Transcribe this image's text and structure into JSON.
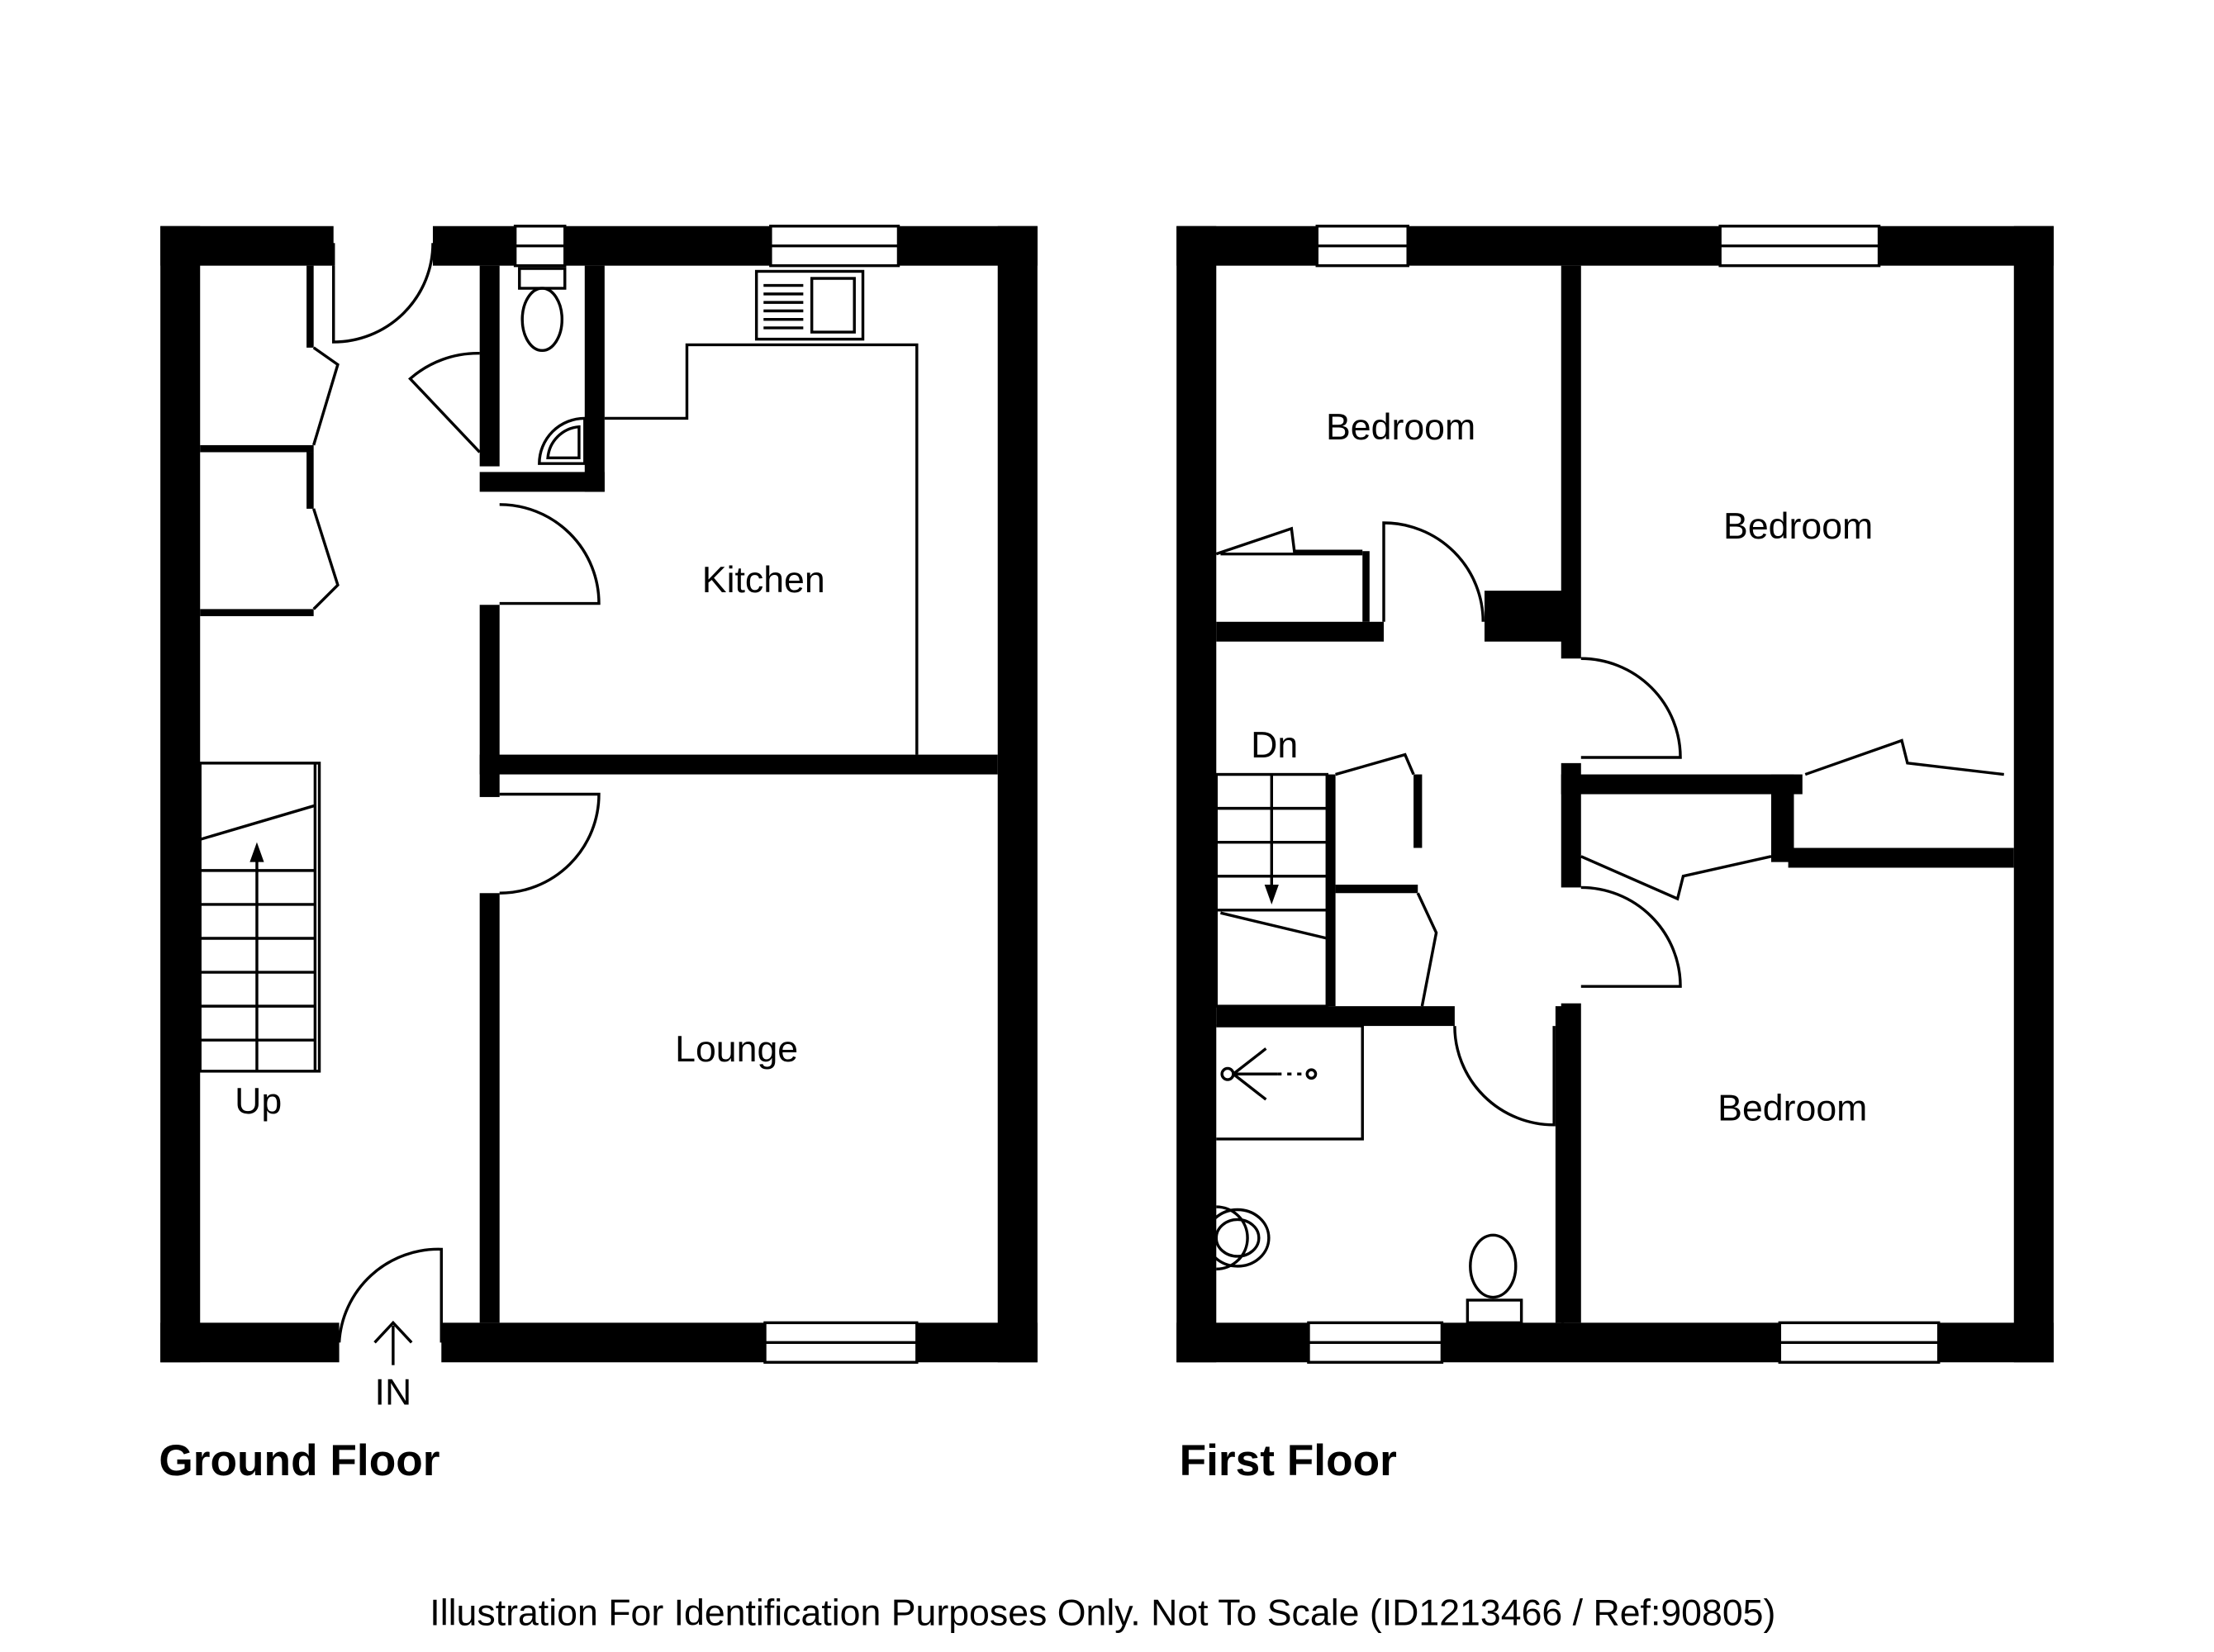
{
  "ground_floor": {
    "title": "Ground Floor",
    "rooms": {
      "kitchen": "Kitchen",
      "lounge": "Lounge"
    },
    "stairs_label": "Up",
    "entrance_label": "IN"
  },
  "first_floor": {
    "title": "First Floor",
    "rooms": {
      "bedroom_1": "Bedroom",
      "bedroom_2": "Bedroom",
      "bedroom_3": "Bedroom"
    },
    "stairs_label": "Dn"
  },
  "disclaimer": "Illustration For Identification Purposes Only. Not To Scale (ID1213466 / Ref:90805)"
}
